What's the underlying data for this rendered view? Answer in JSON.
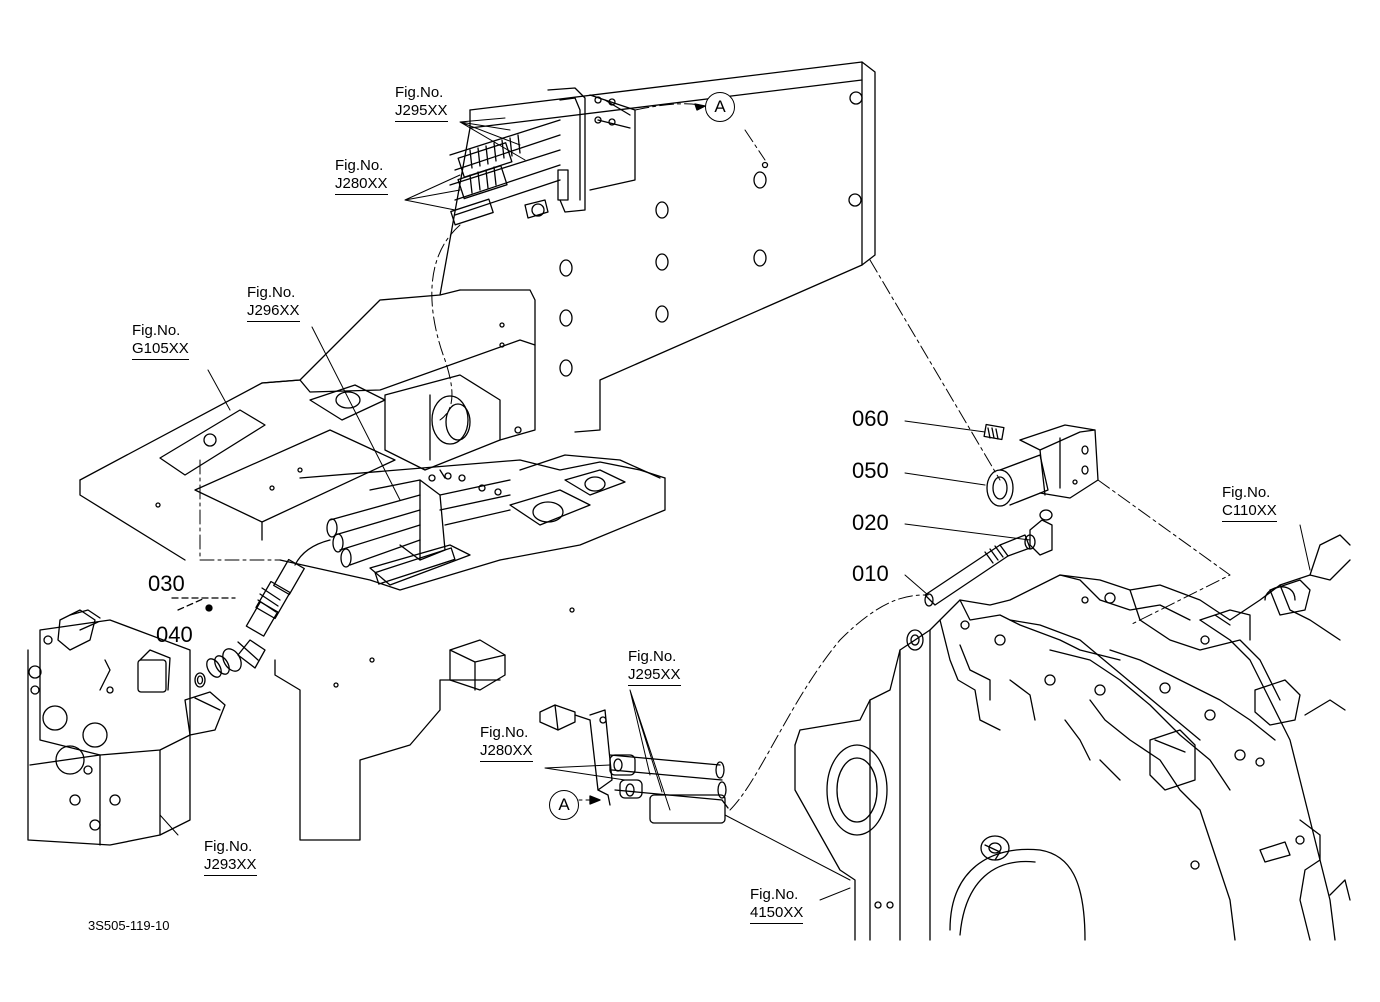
{
  "callouts": {
    "j295_top": {
      "fig": "Fig.No.",
      "num": "J295XX"
    },
    "j280_top": {
      "fig": "Fig.No.",
      "num": "J280XX"
    },
    "j296": {
      "fig": "Fig.No.",
      "num": "J296XX"
    },
    "g105": {
      "fig": "Fig.No.",
      "num": "G105XX"
    },
    "c110": {
      "fig": "Fig.No.",
      "num": "C110XX"
    },
    "j295_bottom": {
      "fig": "Fig.No.",
      "num": "J295XX"
    },
    "j280_bottom": {
      "fig": "Fig.No.",
      "num": "J280XX"
    },
    "j293": {
      "fig": "Fig.No.",
      "num": "J293XX"
    },
    "n4150": {
      "fig": "Fig.No.",
      "num": "4150XX"
    }
  },
  "parts": {
    "p060": "060",
    "p050": "050",
    "p020": "020",
    "p010": "010",
    "p030": "030",
    "p040": "040"
  },
  "refs": {
    "top": "A",
    "bottom": "A"
  },
  "drawing_code": "3S505-119-10"
}
